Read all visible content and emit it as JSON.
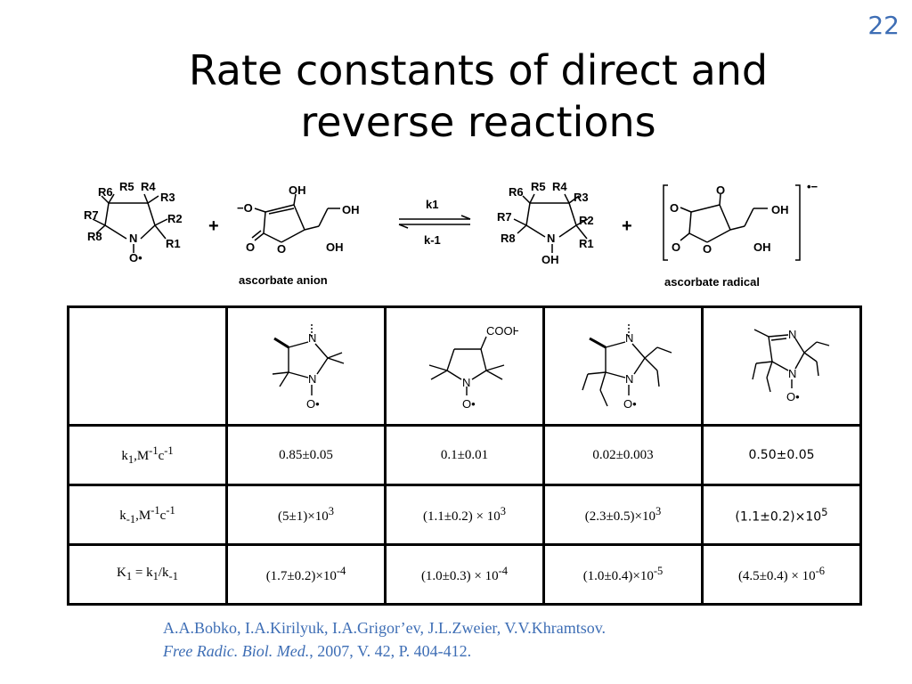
{
  "slide": {
    "number": "22"
  },
  "title": {
    "line1": "Rate constants of direct and",
    "line2": "reverse reactions"
  },
  "scheme": {
    "nitroxide_labels": {
      "r1": "R1",
      "r2": "R2",
      "r3": "R3",
      "r4": "R4",
      "r5": "R5",
      "r6": "R6",
      "r7": "R7",
      "r8": "R8",
      "n": "N",
      "o_radical": "O•",
      "oh": "OH"
    },
    "plus": "+",
    "k_forward": "k1",
    "k_reverse": "k-1",
    "ascorbate_anion": {
      "label": "ascorbate anion",
      "o_minus": "−O",
      "oh_top": "OH",
      "oh_side": "OH",
      "oh_bottom": "OH",
      "o_ring": "O",
      "o_carbonyl": "O"
    },
    "ascorbate_radical": {
      "label": "ascorbate radical",
      "charge": "•−",
      "o_top": "O",
      "o_left": "O",
      "oh_side": "OH",
      "oh_bottom": "OH",
      "o_ring": "O",
      "o_carbonyl": "O"
    }
  },
  "table": {
    "structures": {
      "col1": {
        "n1": "N",
        "n2": "N",
        "o": "O•"
      },
      "col2": {
        "cooh": "COOH",
        "n": "N",
        "o": "O•"
      },
      "col3": {
        "n1": "N",
        "n2": "N",
        "o": "O•"
      },
      "col4": {
        "n1": "N",
        "n2": "N",
        "o": "O•"
      }
    },
    "rows": [
      {
        "label_main": "k",
        "label_sub": "1",
        "label_rest": ",M",
        "label_sup1": "-1",
        "label_c": "c",
        "label_sup2": "-1",
        "values": [
          "0.85±0.05",
          "0.1±0.01",
          "0.02±0.003",
          "0.50±0.05"
        ]
      },
      {
        "label_main": "k",
        "label_sub": "-1",
        "label_rest": ",M",
        "label_sup1": "-1",
        "label_c": "c",
        "label_sup2": "-1",
        "values": [
          "(5±1)×10",
          "(1.1±0.2) × 10",
          "(2.3±0.5)×10",
          "(1.1±0.2)×10"
        ],
        "exponents": [
          "3",
          "3",
          "3",
          "5"
        ]
      },
      {
        "label_main": "K",
        "label_sub": "1",
        "label_eq": " = k",
        "label_sub2": "1",
        "label_div": "/k",
        "label_sub3": "-1",
        "values": [
          "(1.7±0.2)×10",
          "(1.0±0.3) × 10",
          "(1.0±0.4)×10",
          "(4.5±0.4) × 10"
        ],
        "exponents": [
          "-4",
          "-4",
          "-5",
          "-6"
        ]
      }
    ]
  },
  "citation": {
    "authors": "A.A.Bobko, I.A.Kirilyuk, I.A.Grigor’ev, J.L.Zweier, V.V.Khramtsov.",
    "journal": "Free Radic. Biol. Med.",
    "details": ", 2007, V. 42, P. 404-412."
  }
}
